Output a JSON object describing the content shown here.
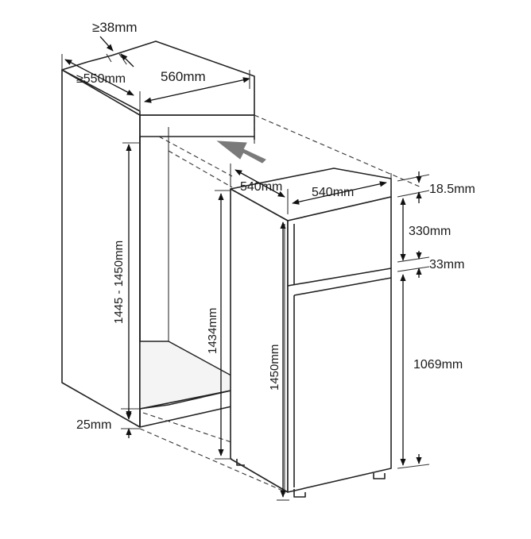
{
  "labels": {
    "gap_min": "≥38mm",
    "depth_min": "≥550mm",
    "niche_width": "560mm",
    "unit_depth": "540mm",
    "unit_width": "540mm",
    "niche_height": "1445 - 1450mm",
    "inner_height": "1434mm",
    "unit_height": "1450mm",
    "top_gap": "18.5mm",
    "freezer_door": "330mm",
    "door_gap": "33mm",
    "fridge_door": "1069mm",
    "base_gap": "25mm"
  },
  "colors": {
    "line": "#222222",
    "arrow": "#777777",
    "background": "#ffffff"
  }
}
